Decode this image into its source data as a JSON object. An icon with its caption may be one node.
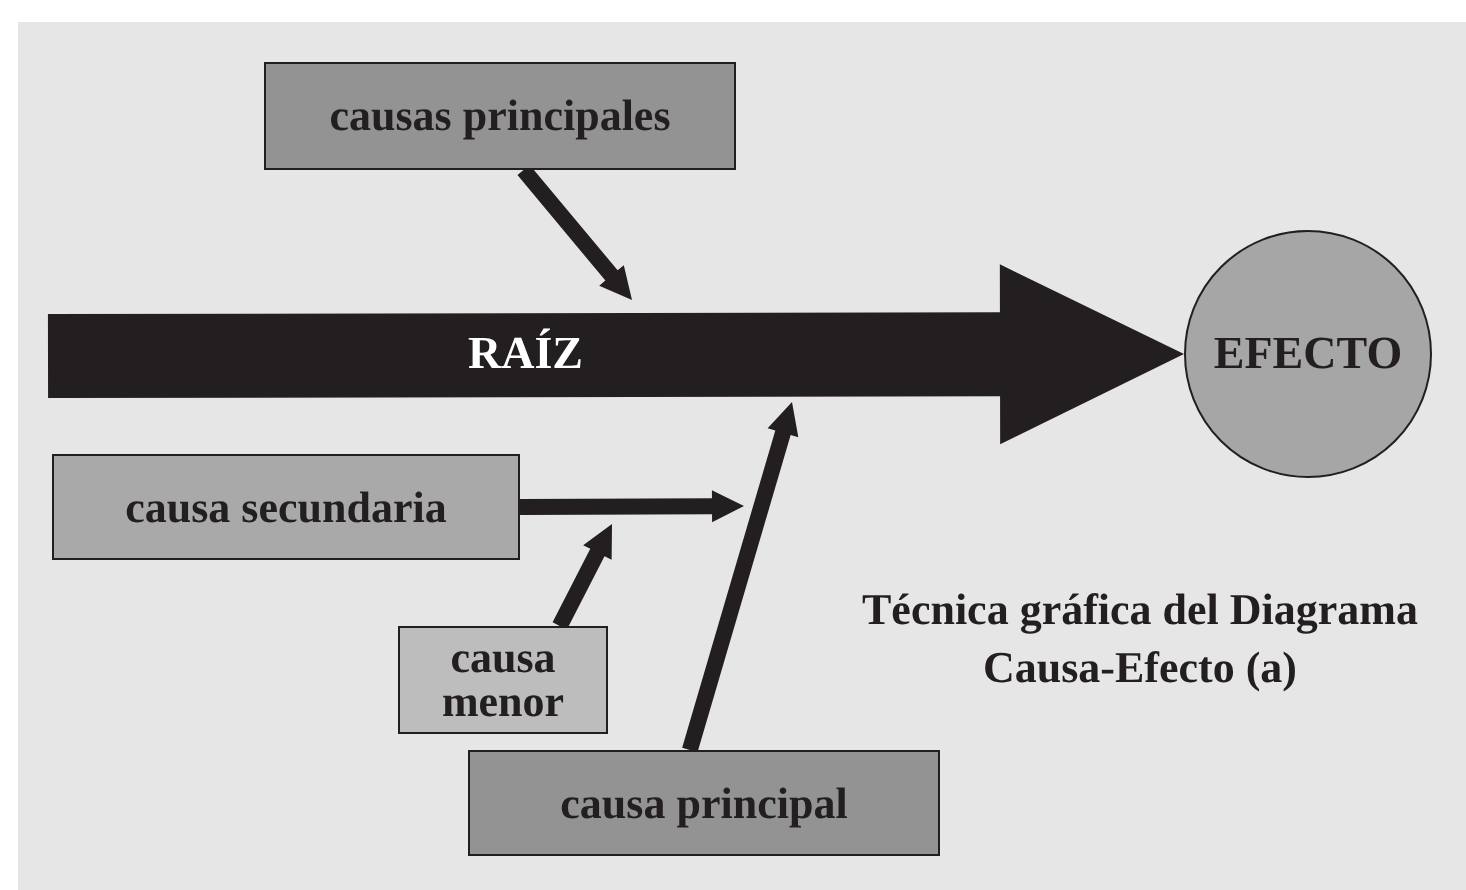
{
  "diagram": {
    "caption": "Técnica gráfica del Diagrama Causa-Efecto (a)",
    "nodes": [
      {
        "text": [
          "causas principales"
        ]
      },
      {
        "text": [
          "EFECTO"
        ]
      },
      {
        "text": [
          "causa secundaria"
        ]
      },
      {
        "text": [
          "causa menor"
        ]
      },
      {
        "text": [
          "causa principal"
        ]
      }
    ],
    "edges": [
      {
        "from": null,
        "to": 1,
        "arrow": "to",
        "label": "RAÍZ",
        "style": "thick"
      },
      {
        "from": 0,
        "to": null,
        "arrow": "to"
      },
      {
        "from": 2,
        "to": null,
        "arrow": "to"
      },
      {
        "from": 3,
        "to": 2,
        "arrow": "to"
      },
      {
        "from": 4,
        "to": null,
        "arrow": "to"
      }
    ]
  }
}
